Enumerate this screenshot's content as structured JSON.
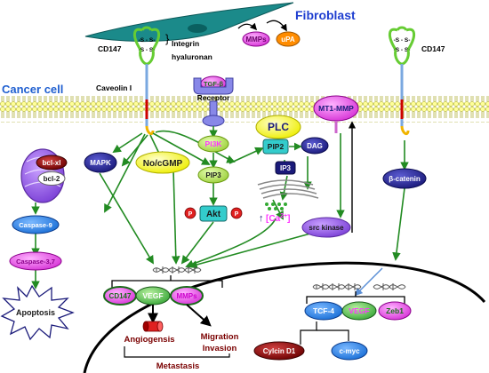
{
  "cells": {
    "fibroblast": "Fibroblast",
    "cancer_cell": "Cancer cell"
  },
  "membrane_proteins": {
    "cd147_left": "CD147",
    "cd147_right": "CD147",
    "integrin": "Integrin",
    "hyaluronan": "hyaluronan",
    "caveolin": "Caveolin I",
    "ss": "-S - S-"
  },
  "secreted": {
    "mmps": "MMPs",
    "upa": "uPA"
  },
  "receptor": {
    "ligand": "TGF-β",
    "label": "Receptor"
  },
  "nodes": {
    "mt1_mmp": "MT1-MMP",
    "plc": "PLC",
    "pip2": "PIP2",
    "dag": "DAG",
    "ip3": "IP3",
    "pi3k": "PI3K",
    "pip3": "PIP3",
    "akt": "Akt",
    "p": "P",
    "bcl_xl": "bcl-xl",
    "bcl_2": "bcl-2",
    "mapk": "MAPK",
    "no_cgmp": "No/cGMP",
    "calcium_ion": "Ca",
    "calcium_charge": "2+",
    "src_kinase": "src kinase",
    "beta_catenin": "β-catenin",
    "caspase9": "Caspase-9",
    "caspase37": "Caspase-3,7",
    "apoptosis": "Apoptosis"
  },
  "nucleus": {
    "left_genes": [
      "CD147",
      "VEGF",
      "MMPs"
    ],
    "right_genes": [
      "TCF-4",
      "VEGF",
      "Zeb1"
    ],
    "targets": [
      "Cylcin D1",
      "c-myc"
    ]
  },
  "outcomes": {
    "angiogenesis": "Angiogensis",
    "migration": "Migration",
    "invasion": "Invasion",
    "metastasis": "Metastasis"
  },
  "colors": {
    "green_arrow": "#228b22",
    "membrane_yellow": "#ffff99",
    "cell_label_blue": "#1f5fd0",
    "node_navy": "#2b1b8f",
    "magenta": "#ff33ff",
    "fibroblast_teal": "#1b8a8a",
    "akt_cyan": "#33cccc",
    "dark_red": "#7a0000",
    "yellow": "#ffff00"
  }
}
